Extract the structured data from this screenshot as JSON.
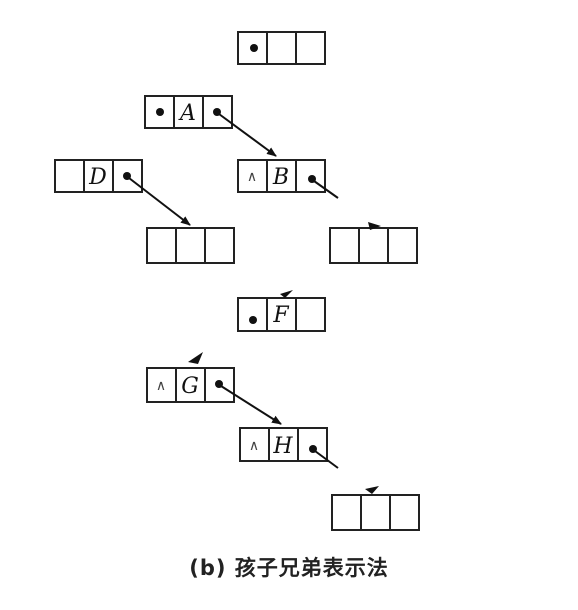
{
  "caption": "(b) 孩子兄弟表示法",
  "nodes": [
    {
      "id": "n1",
      "cells": [
        "",
        "",
        ""
      ]
    },
    {
      "id": "nA",
      "cells": [
        "",
        "A",
        ""
      ]
    },
    {
      "id": "nD",
      "cells": [
        "",
        "D",
        ""
      ]
    },
    {
      "id": "nB",
      "cells": [
        "∧",
        "B",
        ""
      ]
    },
    {
      "id": "n5",
      "cells": [
        "",
        "",
        ""
      ]
    },
    {
      "id": "n6",
      "cells": [
        "",
        "",
        ""
      ]
    },
    {
      "id": "nF",
      "cells": [
        "",
        "F",
        ""
      ]
    },
    {
      "id": "nG",
      "cells": [
        "∧",
        "G",
        ""
      ]
    },
    {
      "id": "nH",
      "cells": [
        "∧",
        "H",
        ""
      ]
    },
    {
      "id": "n10",
      "cells": [
        "",
        "",
        ""
      ]
    }
  ]
}
